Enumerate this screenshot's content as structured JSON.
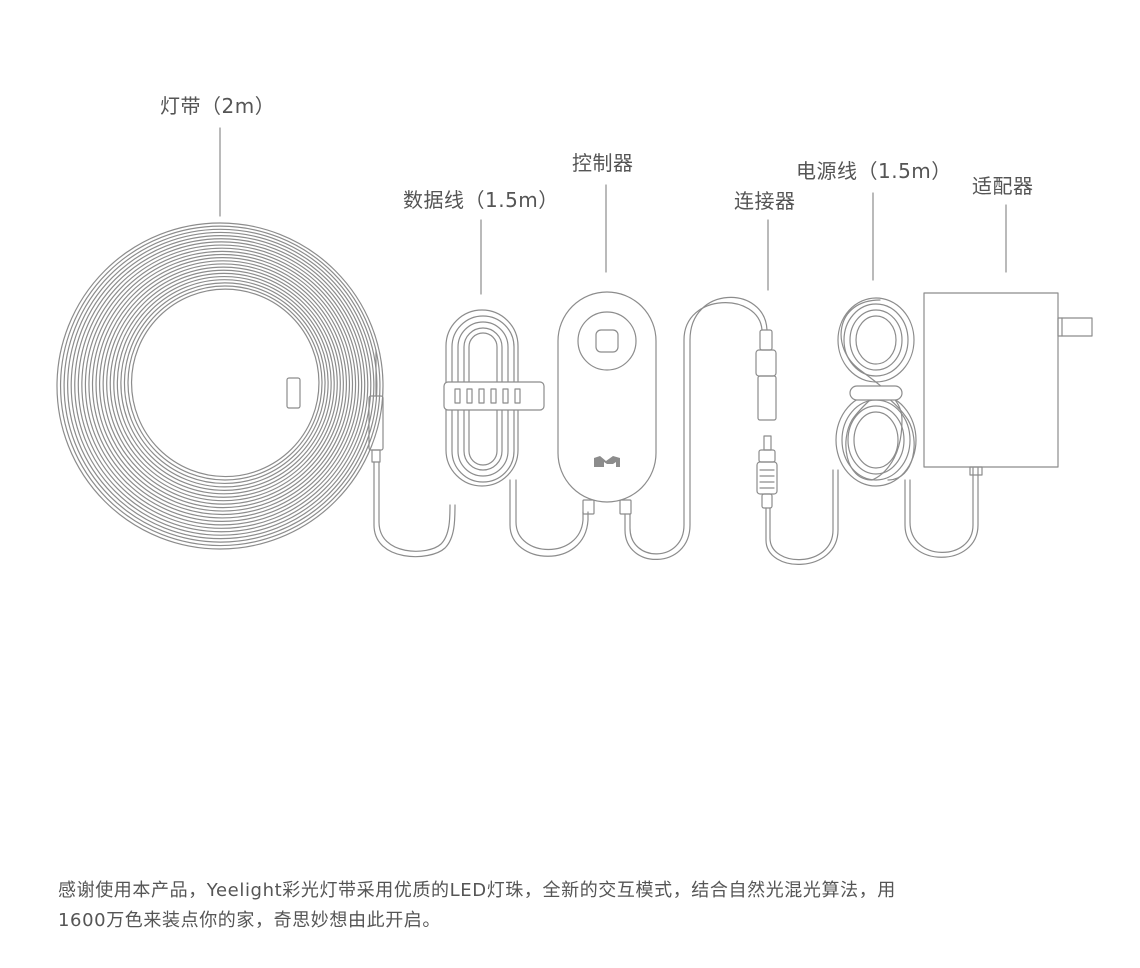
{
  "labels": {
    "strip": "灯带（2m）",
    "data_cable": "数据线（1.5m）",
    "controller": "控制器",
    "connector": "连接器",
    "power_cable": "电源线（1.5m）",
    "adapter": "适配器"
  },
  "intro": {
    "line1": "感谢使用本产品，Yeelight彩光灯带采用优质的LED灯珠，全新的交互模式，结合自然光混光算法，用",
    "line2": "1600万色来装点你的家，奇思妙想由此开启。"
  },
  "icons": {
    "controller_button": "square-button-icon",
    "brand_logo": "yeelight-logo-icon"
  },
  "colors": {
    "line": "#8c8c8c",
    "text": "#555555"
  }
}
